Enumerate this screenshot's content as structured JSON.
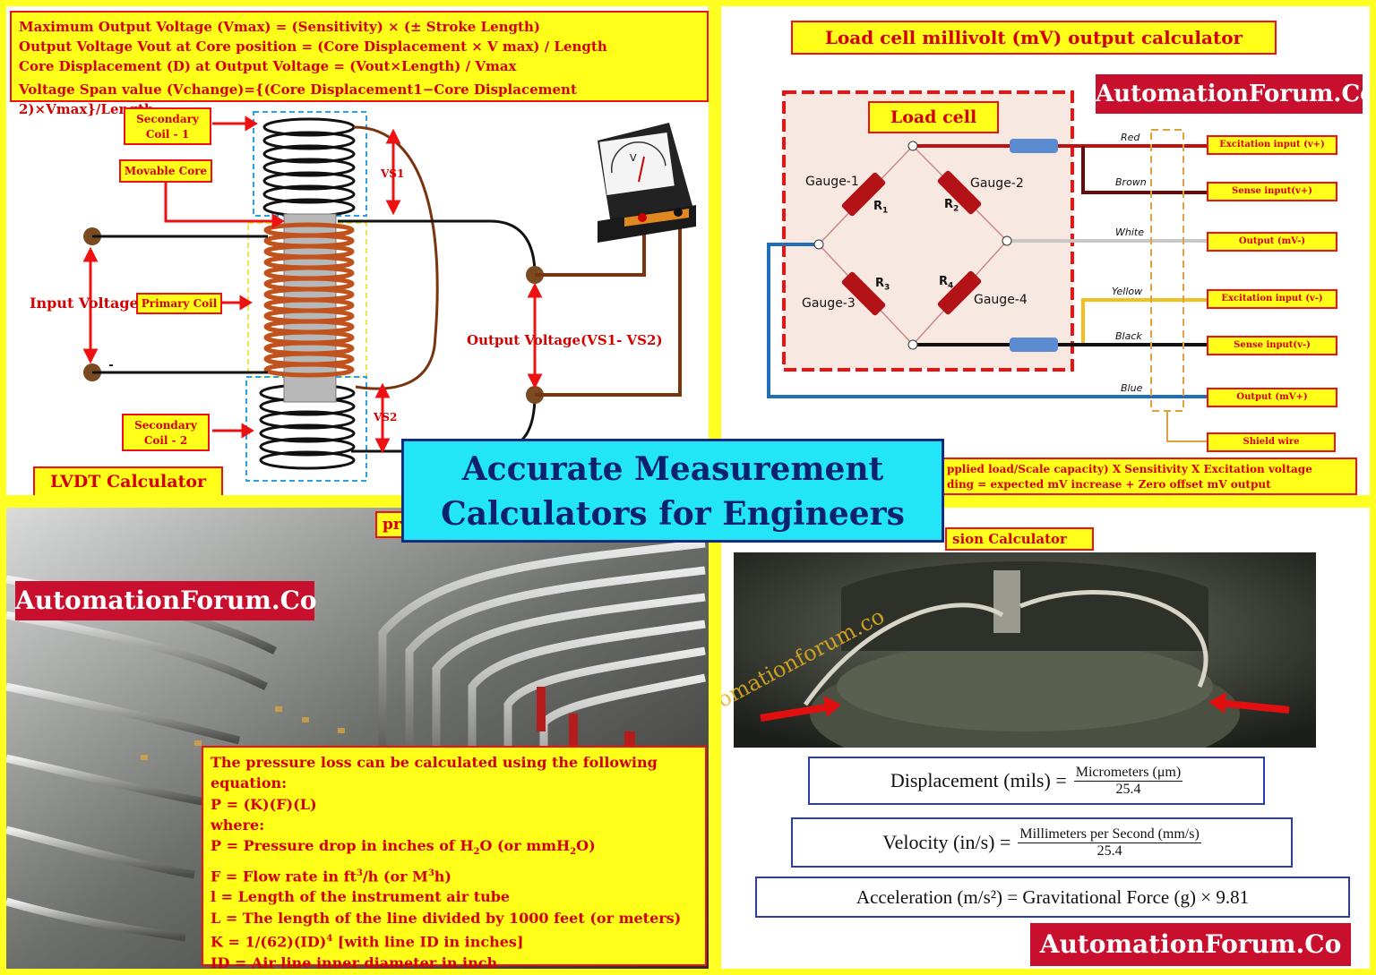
{
  "lvdt": {
    "formulas": [
      "Maximum Output Voltage (Vmax) = (Sensitivity) × (± Stroke Length)",
      "Output Voltage Vout at Core position = (Core Displacement × V max) / Length",
      "Core Displacement (D) at Output Voltage = (Vout×Length) / Vmax",
      "Voltage Span value (Vchange)={(Core Displacement1−Core Displacement 2)×Vmax}/Length"
    ],
    "secondary_coil_1": [
      "Secondary",
      "Coil - 1"
    ],
    "secondary_coil_2": [
      "Secondary",
      "Coil - 2"
    ],
    "movable_core": "Movable Core",
    "primary_coil": "Primary Coil",
    "input_voltage": "Input Voltage",
    "minus": "-",
    "vs1": "VS1",
    "vs2": "VS2",
    "output_voltage": "Output Voltage(VS1- VS2)",
    "meter_letter": "V",
    "title": "LVDT Calculator"
  },
  "loadcell": {
    "title": "Load cell millivolt (mV) output calculator",
    "brand": "AutomationForum.Co",
    "box_title": "Load cell",
    "gauges": [
      "Gauge-1",
      "Gauge-2",
      "Gauge-3",
      "Gauge-4"
    ],
    "resistors": [
      "R",
      "R",
      "R",
      "R"
    ],
    "resistor_subs": [
      "1",
      "2",
      "3",
      "4"
    ],
    "wires": [
      "Red",
      "Brown",
      "White",
      "Yellow",
      "Black",
      "Blue"
    ],
    "terminals": [
      "Excitation input (v+)",
      "Sense input(v+)",
      "Output (mV-)",
      "Excitation input (v-)",
      "Sense input(v-)",
      "Output (mV+)",
      "Shield wire"
    ],
    "formula_lines": [
      "pplied load/Scale capacity) X Sensitivity X Excitation voltage",
      "ding = expected mV increase + Zero offset mV output"
    ]
  },
  "center_title": [
    "Accurate Measurement",
    "Calculators for Engineers"
  ],
  "pressure": {
    "title_partial": "pr",
    "brand": "AutomationForum.Co",
    "lines": [
      "The pressure loss can be calculated using the following",
      "equation:",
      "P = (K)(F)(L)",
      "where:",
      "P = Pressure drop in inches of H",
      "F = Flow rate in ft",
      "l = Length of the instrument air tube",
      "L = The length of the line divided by 1000 feet (or meters)",
      "K = 1/(62)(ID)",
      "ID = Air line inner diameter in inch"
    ],
    "p_sub": "2",
    "p_rest": "O (or mmH",
    "p_sub2": "2",
    "p_end": "O)",
    "f_sup": "3",
    "f_rest": "/h (or M",
    "f_sup2": "3",
    "f_end": "h)",
    "k_sup": "4",
    "k_rest": " [with line ID in inches]"
  },
  "vibration": {
    "title_partial": "sion Calculator",
    "watermark": "Automationforum.co",
    "displacement": {
      "lhs": "Displacement (mils) =",
      "num": "Micrometers (μm)",
      "den": "25.4"
    },
    "velocity": {
      "lhs": "Velocity (in/s) =",
      "num": "Millimeters per Second (mm/s)",
      "den": "25.4"
    },
    "acceleration": "Acceleration (m/s²) = Gravitational Force (g) × 9.81",
    "brand": "AutomationForum.Co"
  }
}
